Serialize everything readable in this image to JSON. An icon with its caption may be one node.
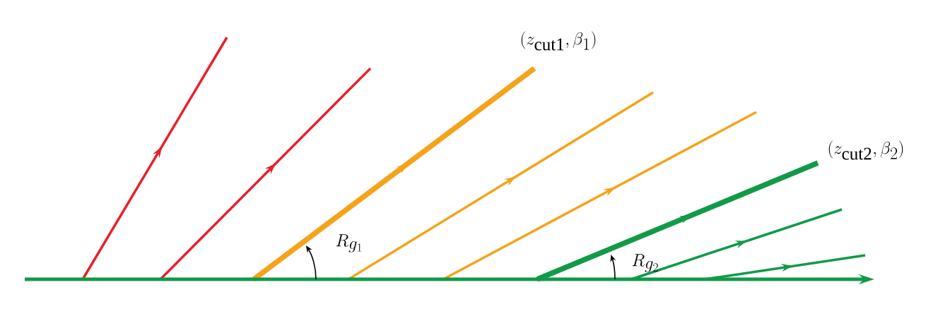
{
  "diagram": {
    "labels": [
      "(z_{\\mathrm{cut1}},\\beta_1)",
      "(z_{\\mathrm{cut2}},\\beta_2)",
      "R_{g_1}",
      "R_{g_2}"
    ]
  }
}
